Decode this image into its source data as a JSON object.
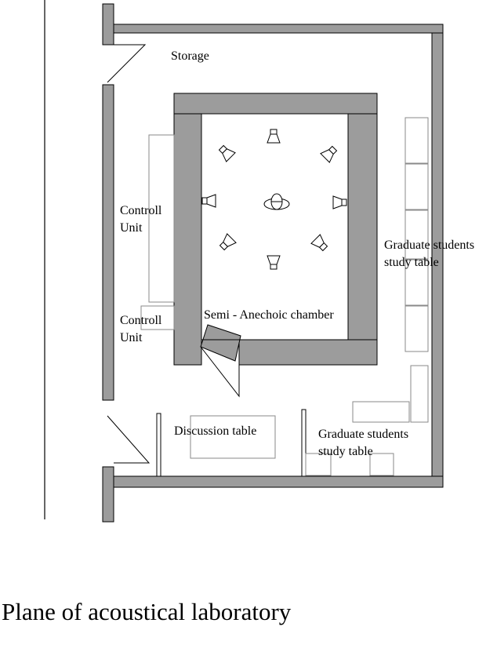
{
  "labels": {
    "storage": "Storage",
    "control_unit_1": [
      "Controll",
      "Unit"
    ],
    "control_unit_2": [
      "Controll",
      "Unit"
    ],
    "chamber": "Semi - Anechoic chamber",
    "grad_table_right": [
      "Graduate students",
      "study table"
    ],
    "grad_table_bottom": [
      "Graduate students",
      "study table"
    ],
    "discussion_table": "Discussion table"
  },
  "caption": "Plane of acoustical laboratory",
  "icons": [
    "speaker-icon",
    "listener-head-icon"
  ]
}
